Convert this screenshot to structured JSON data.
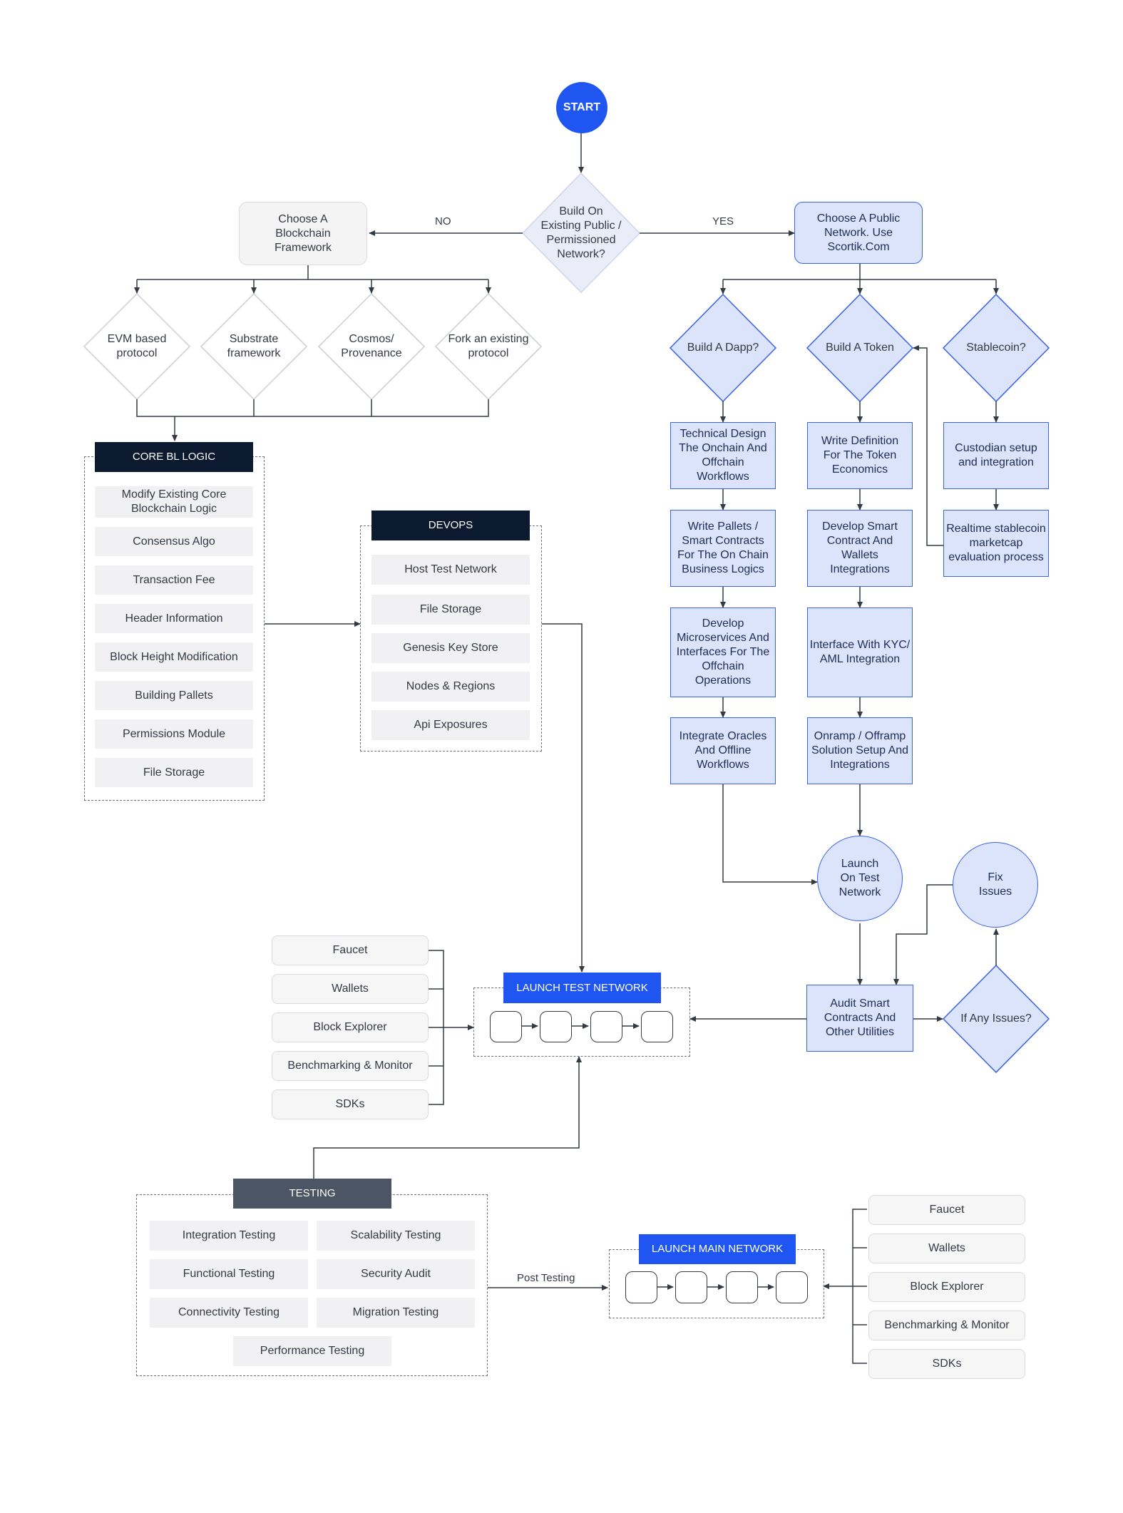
{
  "nodes": {
    "start": "START",
    "decision_existing": "Build On\nExisting Public /\nPermissioned\nNetwork?",
    "choose_framework": "Choose A\nBlockchain\nFramework",
    "choose_public": "Choose A Public\nNetwork. Use\nScortik.Com",
    "opt_evm": "EVM based\nprotocol",
    "opt_substrate": "Substrate\nframework",
    "opt_cosmos": "Cosmos/\nProvenance",
    "opt_fork": "Fork an existing\nprotocol",
    "q_dapp": "Build A Dapp?",
    "q_token": "Build A Token",
    "q_stablecoin": "Stablecoin?",
    "dapp_1": "Technical Design\nThe Onchain And\nOffchain\nWorkflows",
    "dapp_2": "Write Pallets /\nSmart Contracts\nFor The On Chain\nBusiness Logics",
    "dapp_3": "Develop\nMicroservices And\nInterfaces For The\nOffchain\nOperations",
    "dapp_4": "Integrate Oracles\nAnd Offline\nWorkflows",
    "token_1": "Write Definition\nFor The Token\nEconomics",
    "token_2": "Develop Smart\nContract And\nWallets\nIntegrations",
    "token_3": "Interface With KYC/\nAML Integration",
    "token_4": "Onramp / Offramp\nSolution Setup And\nIntegrations",
    "stable_1": "Custodian setup\nand integration",
    "stable_2": "Realtime stablecoin\nmarketcap\nevaluation process",
    "launch_test": "Launch\nOn Test\nNetwork",
    "fix_issues": "Fix\nIssues",
    "audit": "Audit Smart\nContracts And\nOther Utilities",
    "q_issues": "If Any Issues?"
  },
  "edge_labels": {
    "no": "NO",
    "yes": "YES",
    "post_testing": "Post Testing"
  },
  "core_bl": {
    "title": "CORE BL LOGIC",
    "items": [
      "Modify Existing Core\nBlockchain Logic",
      "Consensus Algo",
      "Transaction Fee",
      "Header Information",
      "Block Height Modification",
      "Building Pallets",
      "Permissions Module",
      "File Storage"
    ]
  },
  "devops": {
    "title": "DEVOPS",
    "items": [
      "Host Test Network",
      "File Storage",
      "Genesis Key Store",
      "Nodes & Regions",
      "Api Exposures"
    ]
  },
  "launch_test_network": {
    "title": "LAUNCH TEST NETWORK"
  },
  "launch_main_network": {
    "title": "LAUNCH MAIN NETWORK"
  },
  "tools_test": [
    "Faucet",
    "Wallets",
    "Block Explorer",
    "Benchmarking & Monitor",
    "SDKs"
  ],
  "tools_main": [
    "Faucet",
    "Wallets",
    "Block Explorer",
    "Benchmarking & Monitor",
    "SDKs"
  ],
  "testing": {
    "title": "TESTING",
    "items": [
      "Integration Testing",
      "Scalability Testing",
      "Functional Testing",
      "Security Audit",
      "Connectivity Testing",
      "Migration Testing",
      "Performance Testing"
    ]
  },
  "colors": {
    "accent": "#1f55f0",
    "blue_fill": "#dbe4fb",
    "blue_stroke": "#3b63e8",
    "dark_header": "#0b1a2e",
    "slate_header": "#4b5564",
    "line": "#333a44"
  }
}
